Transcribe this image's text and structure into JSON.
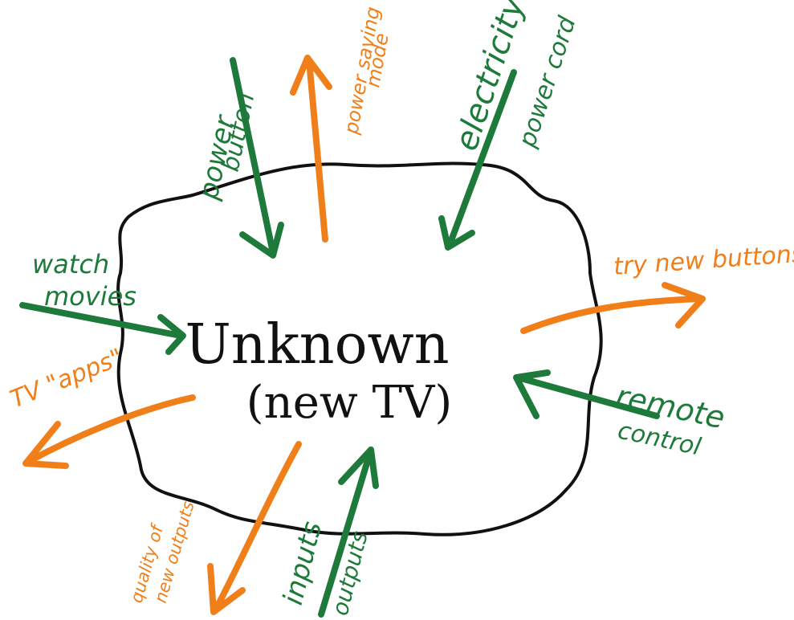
{
  "colors": {
    "inputs": "#1e7a3a",
    "outputs": "#f07f1a",
    "outline": "#111111"
  },
  "center": {
    "line1": "Unknown",
    "line2": "(new TV)"
  },
  "labels": {
    "power_button_1": "power",
    "power_button_2": "button",
    "power_saving_1": "power saving",
    "power_saving_2": "mode",
    "electricity": "electricity",
    "power_cord": "power cord",
    "watch_movies_1": "watch",
    "watch_movies_2": "movies",
    "tv_apps": "TV \"apps\"",
    "try_new_buttons": "try new buttons",
    "remote_control_1": "remote",
    "remote_control_2": "control",
    "quality_1": "quality of",
    "quality_2": "new outputs",
    "inputs": "inputs",
    "outputs": "outputs"
  }
}
